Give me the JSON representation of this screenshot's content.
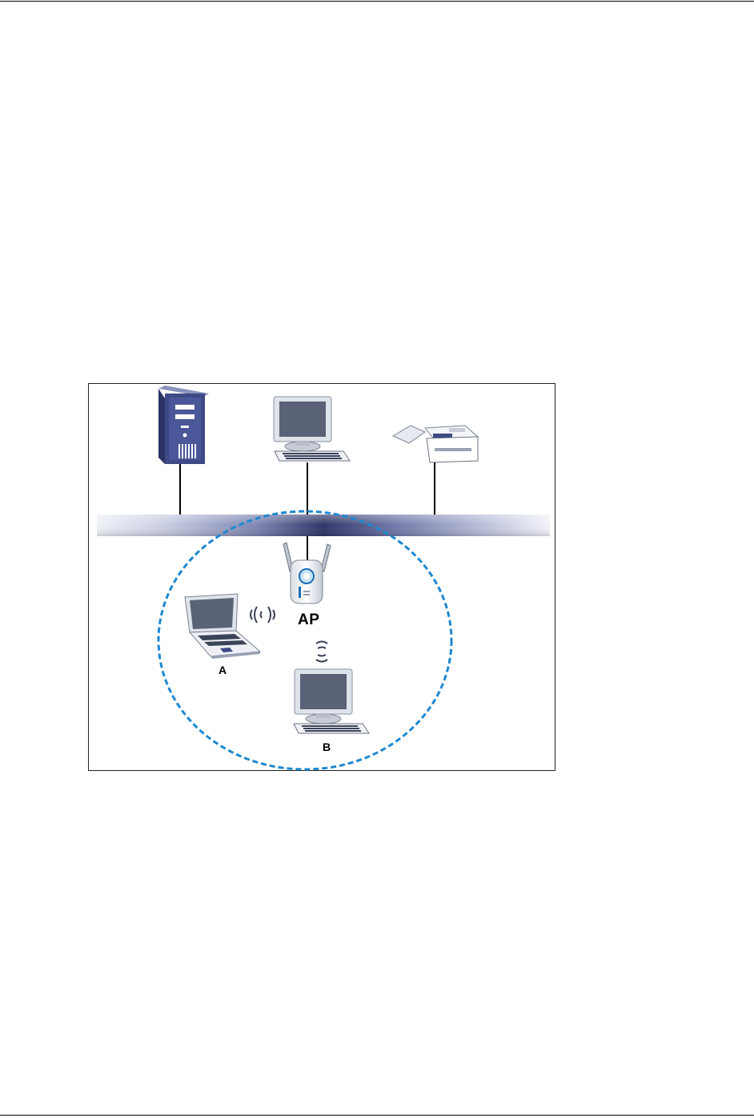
{
  "diagram": {
    "labels": {
      "ap": "AP",
      "a": "A",
      "b": "B"
    },
    "colors": {
      "backbone_dark": "#2f3566",
      "backbone_light": "#eef0f7",
      "coverage_ring": "#1e88d0",
      "device_blue": "#3d4a86",
      "screen": "#5a6277",
      "line": "#000000"
    },
    "icons": [
      "server-tower-icon",
      "desktop-computer-icon",
      "printer-icon",
      "access-point-icon",
      "laptop-icon",
      "desktop-computer-icon",
      "wireless-signal-icon"
    ]
  }
}
